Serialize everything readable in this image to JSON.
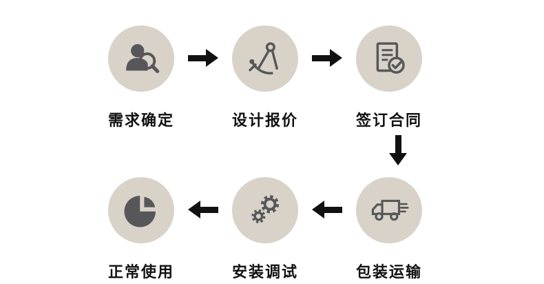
{
  "diagram": {
    "type": "process-flow",
    "steps": [
      {
        "id": 1,
        "label": "需求确定",
        "icon": "user-search-icon"
      },
      {
        "id": 2,
        "label": "设计报价",
        "icon": "design-compass-icon"
      },
      {
        "id": 3,
        "label": "签订合同",
        "icon": "contract-check-icon"
      },
      {
        "id": 4,
        "label": "包装运输",
        "icon": "truck-icon"
      },
      {
        "id": 5,
        "label": "安装调试",
        "icon": "gears-icon"
      },
      {
        "id": 6,
        "label": "正常使用",
        "icon": "pie-chart-icon"
      }
    ],
    "arrows": [
      {
        "from": "需求确定",
        "to": "设计报价",
        "direction": "right"
      },
      {
        "from": "设计报价",
        "to": "签订合同",
        "direction": "right"
      },
      {
        "from": "签订合同",
        "to": "包装运输",
        "direction": "down"
      },
      {
        "from": "包装运输",
        "to": "安装调试",
        "direction": "left"
      },
      {
        "from": "安装调试",
        "to": "正常使用",
        "direction": "left"
      }
    ],
    "colors": {
      "background": "#ffffff",
      "circle_bg": "#d8d2c8",
      "icon": "#57575a",
      "arrow": "#111111",
      "text": "#111111"
    }
  }
}
